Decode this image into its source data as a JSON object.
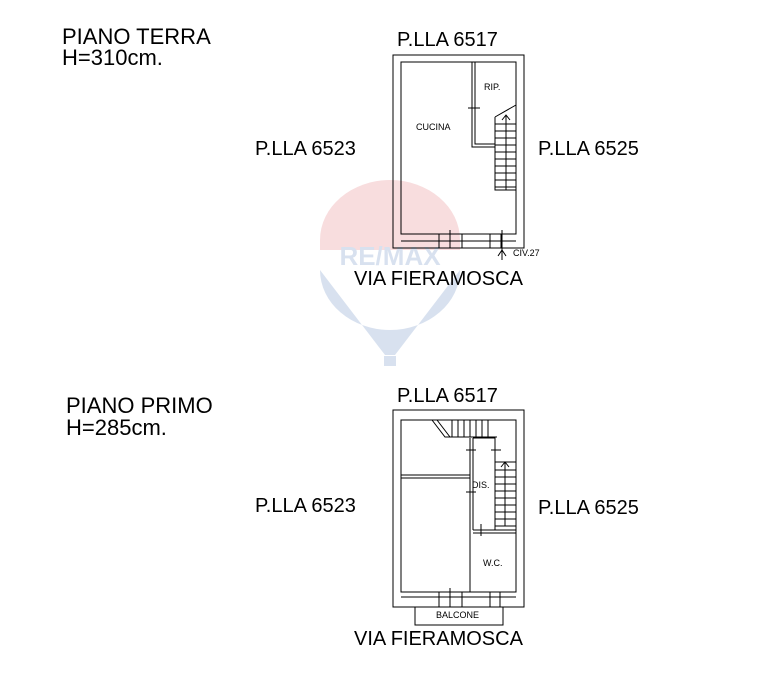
{
  "watermark": {
    "logo_text": "RE/MAX",
    "registered": "®",
    "colors": {
      "red": "#d9464c",
      "blue": "#2f5fa8"
    }
  },
  "ground_floor": {
    "title": "PIANO TERRA",
    "height": "H=310cm.",
    "north": "P.LLA 6517",
    "west": "P.LLA 6523",
    "east": "P.LLA 6525",
    "south": "VIA FIERAMOSCA",
    "rooms": [
      "CUCINA",
      "RIP."
    ],
    "entrance": "CIV.27"
  },
  "first_floor": {
    "title": "PIANO PRIMO",
    "height": "H=285cm.",
    "north": "P.LLA 6517",
    "west": "P.LLA 6523",
    "east": "P.LLA 6525",
    "south": "VIA FIERAMOSCA",
    "rooms": [
      "DIS.",
      "W.C.",
      "BALCONE"
    ]
  }
}
